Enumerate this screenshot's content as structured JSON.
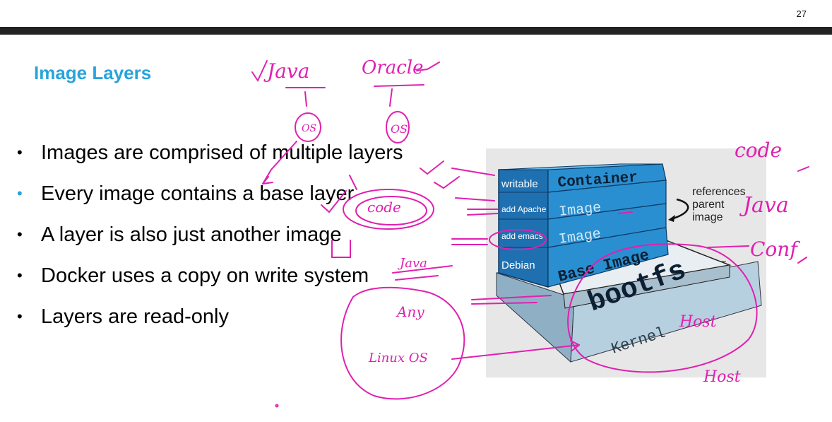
{
  "slide": {
    "page_number": "27",
    "title": "Image Layers",
    "bullets": [
      {
        "text": "Images are comprised of multiple layers",
        "accent": false
      },
      {
        "text": "Every image contains a base layer",
        "accent": true
      },
      {
        "text": "A layer is also just another image",
        "accent": false
      },
      {
        "text": "Docker uses a copy on write system",
        "accent": false
      },
      {
        "text": "Layers are read-only",
        "accent": false
      }
    ]
  },
  "diagram": {
    "side_labels": [
      "writable",
      "add Apache",
      "add emacs",
      "Debian"
    ],
    "front_labels": [
      "Container",
      "Image",
      "Image",
      "Base Image"
    ],
    "bootfs": "bootfs",
    "kernel": "Kernel",
    "references_note": [
      "references",
      "parent",
      "image"
    ]
  },
  "handwriting": {
    "java_top": "Java",
    "oracle_top": "Oracle",
    "os_left": "OS",
    "os_right": "OS",
    "code_mid": "code",
    "java_mid": "Java",
    "any": "Any",
    "linux_os": "Linux OS",
    "code_right": "code",
    "java_right": "Java",
    "conf_right": "Conf",
    "host_mid": "Host",
    "host_bottom": "Host"
  },
  "colors": {
    "title": "#29a3dc",
    "bar": "#222222",
    "ink": "#e020b0",
    "layer_blue": "#2a8fd0",
    "layer_dark": "#1f70b0",
    "kernel_face": "#b7d0df"
  }
}
